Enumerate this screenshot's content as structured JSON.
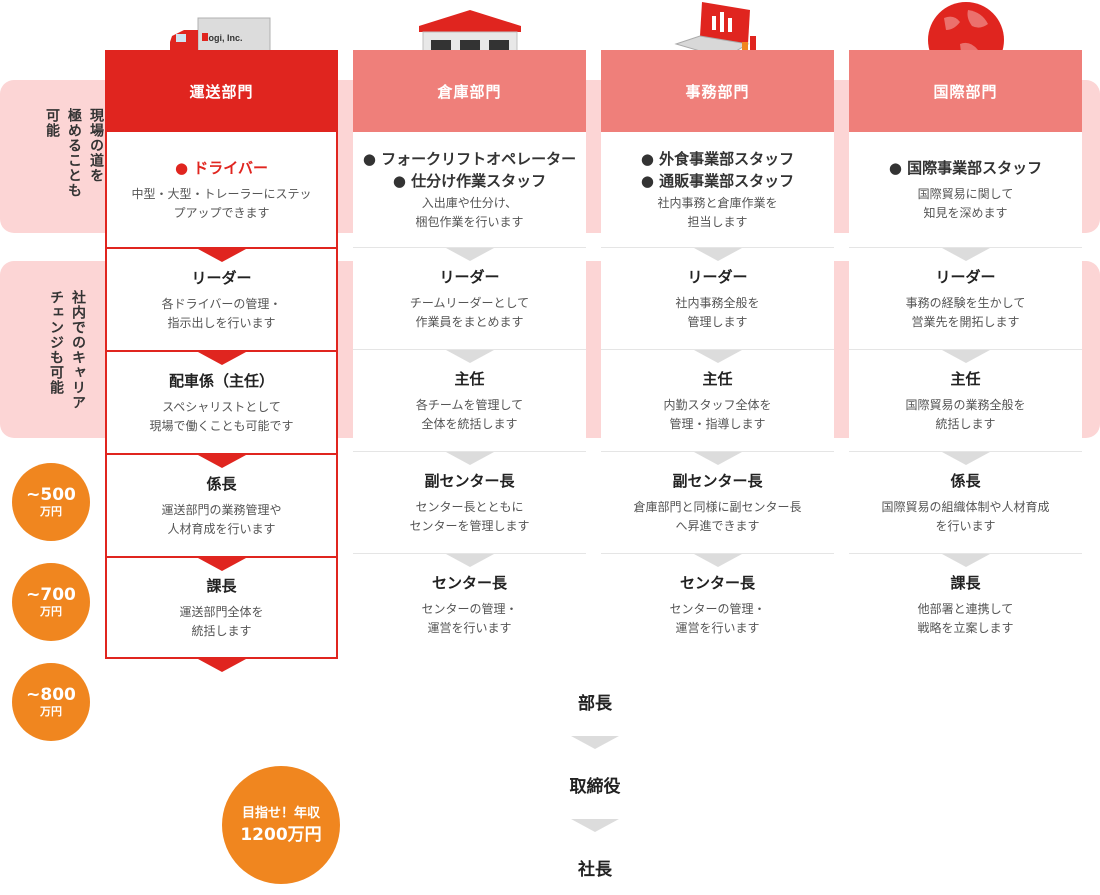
{
  "bands": {
    "top_label": "現場の道を極めることも可能",
    "top_lines": [
      "現場の道を",
      "極めることも",
      "可能"
    ],
    "mid_lines": [
      "社内でのキャリア",
      "チェンジも可能"
    ]
  },
  "salaries": [
    {
      "amount": "~500",
      "unit": "万円"
    },
    {
      "amount": "~700",
      "unit": "万円"
    },
    {
      "amount": "~800",
      "unit": "万円"
    }
  ],
  "goal": {
    "line1": "目指せ！年収",
    "line2": "1200万円"
  },
  "truck_logo": "logi, Inc.",
  "columns": [
    {
      "header": "運送部門",
      "entry_bullets": [
        "ドライバー"
      ],
      "entry_desc": [
        "中型・大型・トレーラーにステッ",
        "プアップできます"
      ],
      "roles": [
        {
          "title": "リーダー",
          "desc": [
            "各ドライバーの管理・",
            "指示出しを行います"
          ]
        },
        {
          "title": "配車係（主任）",
          "desc": [
            "スペシャリストとして",
            "現場で働くことも可能です"
          ]
        },
        {
          "title": "係長",
          "desc": [
            "運送部門の業務管理や",
            "人材育成を行います"
          ]
        },
        {
          "title": "課長",
          "desc": [
            "運送部門全体を",
            "統括します"
          ]
        }
      ]
    },
    {
      "header": "倉庫部門",
      "entry_bullets": [
        "フォークリフトオペレーター",
        "仕分け作業スタッフ"
      ],
      "entry_desc": [
        "入出庫や仕分け、",
        "梱包作業を行います"
      ],
      "roles": [
        {
          "title": "リーダー",
          "desc": [
            "チームリーダーとして",
            "作業員をまとめます"
          ]
        },
        {
          "title": "主任",
          "desc": [
            "各チームを管理して",
            "全体を統括します"
          ]
        },
        {
          "title": "副センター長",
          "desc": [
            "センター長とともに",
            "センターを管理します"
          ]
        },
        {
          "title": "センター長",
          "desc": [
            "センターの管理・",
            "運営を行います"
          ]
        }
      ]
    },
    {
      "header": "事務部門",
      "entry_bullets": [
        "外食事業部スタッフ",
        "通販事業部スタッフ"
      ],
      "entry_desc": [
        "社内事務と倉庫作業を",
        "担当します"
      ],
      "roles": [
        {
          "title": "リーダー",
          "desc": [
            "社内事務全般を",
            "管理します"
          ]
        },
        {
          "title": "主任",
          "desc": [
            "内勤スタッフ全体を",
            "管理・指導します"
          ]
        },
        {
          "title": "副センター長",
          "desc": [
            "倉庫部門と同様に副センター長",
            "へ昇進できます"
          ]
        },
        {
          "title": "センター長",
          "desc": [
            "センターの管理・",
            "運営を行います"
          ]
        }
      ]
    },
    {
      "header": "国際部門",
      "entry_bullets": [
        "国際事業部スタッフ"
      ],
      "entry_desc": [
        "国際貿易に関して",
        "知見を深めます"
      ],
      "roles": [
        {
          "title": "リーダー",
          "desc": [
            "事務の経験を生かして",
            "営業先を開拓します"
          ]
        },
        {
          "title": "主任",
          "desc": [
            "国際貿易の業務全般を",
            "統括します"
          ]
        },
        {
          "title": "係長",
          "desc": [
            "国際貿易の組織体制や人材育成",
            "を行います"
          ]
        },
        {
          "title": "課長",
          "desc": [
            "他部署と連携して",
            "戦略を立案します"
          ]
        }
      ]
    }
  ],
  "chain": [
    "部長",
    "取締役",
    "社長"
  ],
  "colors": {
    "active": "#e0251f",
    "header": "#ef7f7a",
    "band": "#fcd5d5",
    "salary": "#f0861f",
    "arrow": "#dcdcdc"
  }
}
